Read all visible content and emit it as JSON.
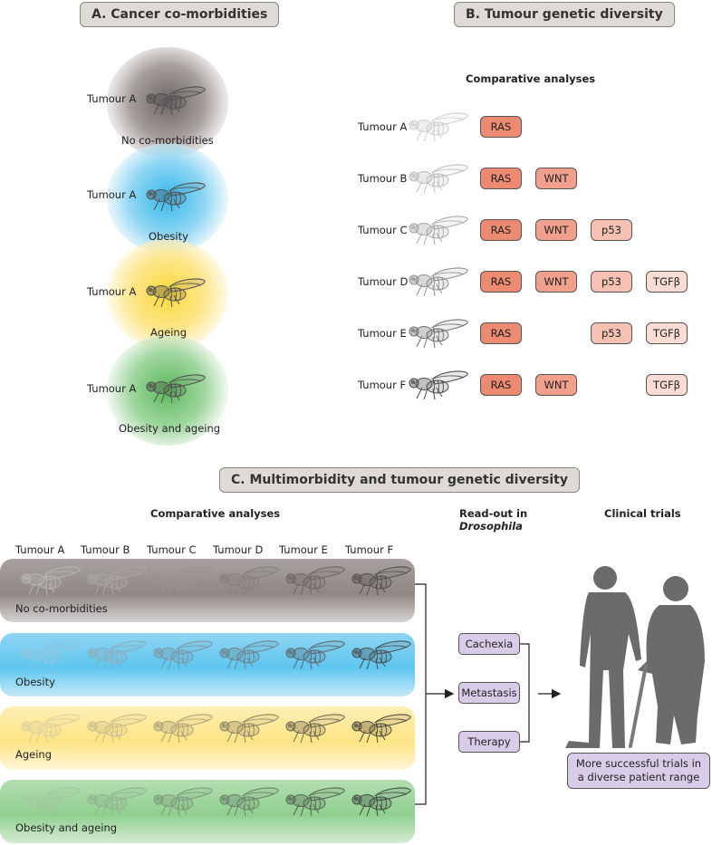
{
  "panel_a": {
    "title": "A. Cancer co-morbidities",
    "rows": [
      {
        "tumour": "Tumour A",
        "condition": "No co-morbidities",
        "color": "#8f8582"
      },
      {
        "tumour": "Tumour A",
        "condition": "Obesity",
        "color": "#5cc6ee"
      },
      {
        "tumour": "Tumour A",
        "condition": "Ageing",
        "color": "#fbe27a"
      },
      {
        "tumour": "Tumour A",
        "condition": "Obesity and ageing",
        "color": "#7fc67f"
      }
    ]
  },
  "panel_b": {
    "title": "B. Tumour genetic diversity",
    "subtitle": "Comparative analyses",
    "tumours": [
      "Tumour A",
      "Tumour B",
      "Tumour C",
      "Tumour D",
      "Tumour E",
      "Tumour F"
    ],
    "genes": [
      "RAS",
      "WNT",
      "p53",
      "TGFβ"
    ],
    "colors": {
      "RAS": "#ec8a72",
      "WNT": "#f1a08e",
      "p53": "#f6c1b3",
      "TGFβ": "#f9dcd3"
    }
  },
  "panel_c": {
    "title": "C. Multimorbidity and tumour genetic diversity",
    "comparative_label": "Comparative analyses",
    "tumour_headers": [
      "Tumour A",
      "Tumour B",
      "Tumour C",
      "Tumour D",
      "Tumour E",
      "Tumour F"
    ],
    "conditions": [
      {
        "label": "No co-morbidities",
        "color": "#9a9391"
      },
      {
        "label": "Obesity",
        "color": "#6ccaf0"
      },
      {
        "label": "Ageing",
        "color": "#fde68c"
      },
      {
        "label": "Obesity and ageing",
        "color": "#8fcf8e"
      }
    ],
    "readout_title_line1": "Read-out in",
    "readout_title_line2": "Drosophila",
    "readouts": [
      "Cachexia",
      "Metastasis",
      "Therapy"
    ],
    "clinical_title": "Clinical trials",
    "clinical_box": "More successful trials in a diverse patient range"
  }
}
